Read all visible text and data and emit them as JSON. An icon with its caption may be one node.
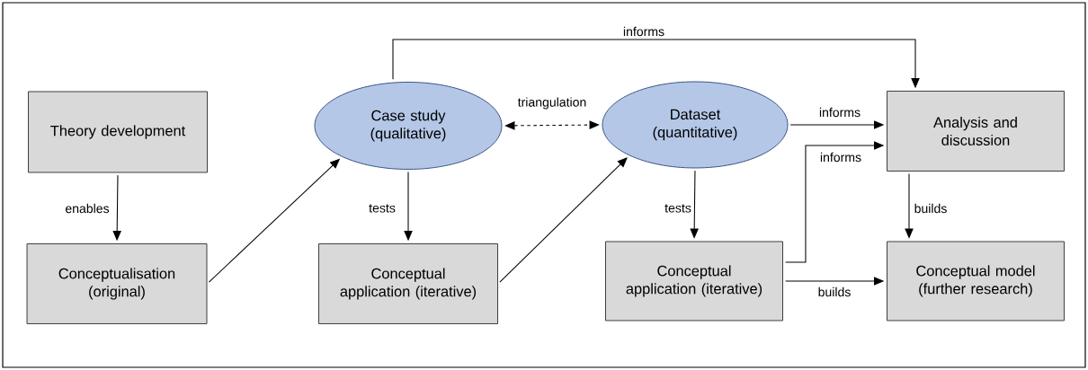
{
  "diagram": {
    "nodes": [
      {
        "text": [
          "Theory development"
        ]
      },
      {
        "text": [
          "Conceptualisation (original)"
        ]
      },
      {
        "text": [
          "Case study (qualitative)"
        ]
      },
      {
        "text": [
          "Conceptual application (iterative)"
        ]
      },
      {
        "text": [
          "Dataset (quantitative)"
        ]
      },
      {
        "text": [
          "Conceptual application (iterative)"
        ]
      },
      {
        "text": [
          "Analysis and discussion"
        ]
      },
      {
        "text": [
          "Conceptual model (further research)"
        ]
      }
    ],
    "edges": [
      {
        "from": 0,
        "to": 1,
        "arrow": "to",
        "label": "enables"
      },
      {
        "from": 1,
        "to": 2,
        "arrow": "to"
      },
      {
        "from": 2,
        "to": 3,
        "arrow": "to",
        "label": "tests"
      },
      {
        "from": 2,
        "to": 4,
        "arrow": "both",
        "label": "triangulation",
        "style": "dashed"
      },
      {
        "from": 3,
        "to": 4,
        "arrow": "to"
      },
      {
        "from": 4,
        "to": 5,
        "arrow": "to",
        "label": "tests"
      },
      {
        "from": 4,
        "to": 6,
        "arrow": "to",
        "label": "informs"
      },
      {
        "from": 5,
        "to": 6,
        "arrow": "to",
        "label": "informs"
      },
      {
        "from": 5,
        "to": 7,
        "arrow": "to",
        "label": "builds"
      },
      {
        "from": 6,
        "to": 7,
        "arrow": "to",
        "label": "builds"
      },
      {
        "from": 2,
        "to": 6,
        "arrow": "to",
        "label": "informs"
      }
    ]
  }
}
